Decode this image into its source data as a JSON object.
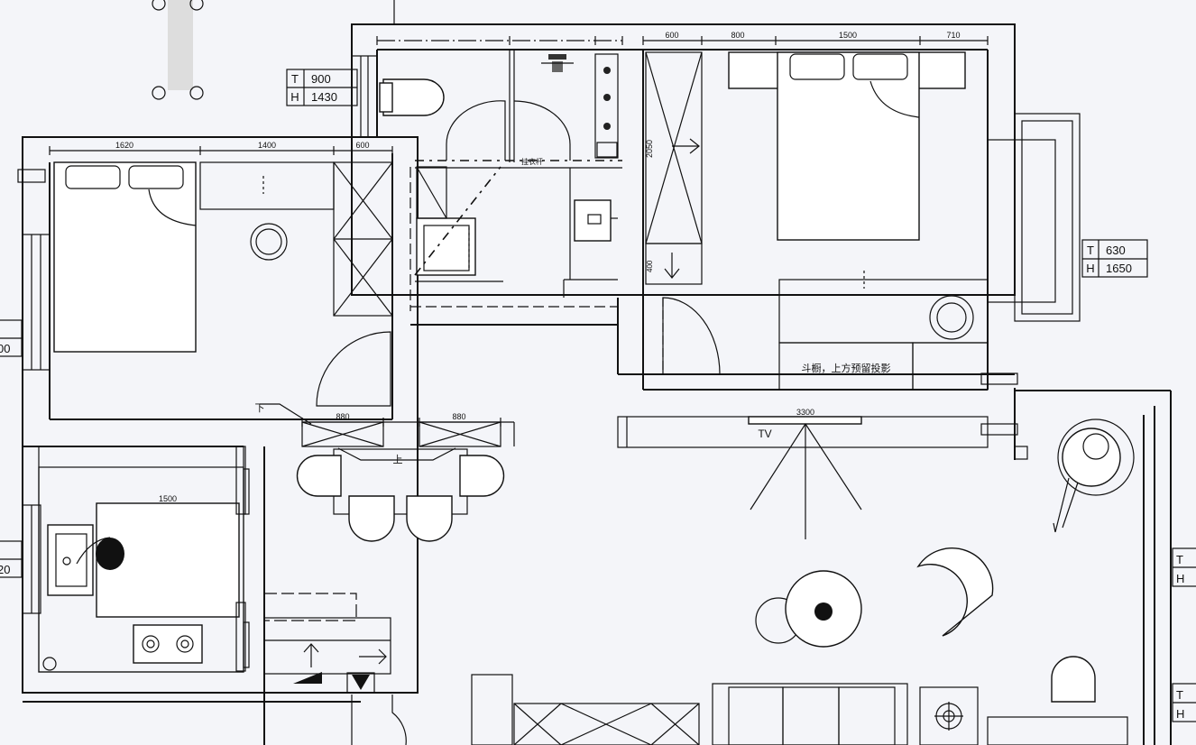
{
  "dimensions": {
    "bedroom_left": [
      "1620",
      "1400",
      "600"
    ],
    "bedroom_right": [
      "600",
      "800",
      "1500",
      "710"
    ],
    "stair": [
      "880",
      "880"
    ],
    "kitchen_table": "1500",
    "wardrobe_height": "2050",
    "wardrobe_small": "400",
    "tv_wall": "3300"
  },
  "window_specs": [
    {
      "t_label": "T",
      "t_value": "900",
      "h_label": "H",
      "h_value": "1430"
    },
    {
      "t_label": "T",
      "t_value": "630",
      "h_label": "H",
      "h_value": "1650"
    }
  ],
  "edge_labels": {
    "left_upper": "00",
    "left_lower": "20"
  },
  "labels": {
    "down": "下",
    "up": "上",
    "tv": "TV",
    "closet_note": "斗橱，上方预留投影",
    "shelf_note": "挂衣杆"
  }
}
